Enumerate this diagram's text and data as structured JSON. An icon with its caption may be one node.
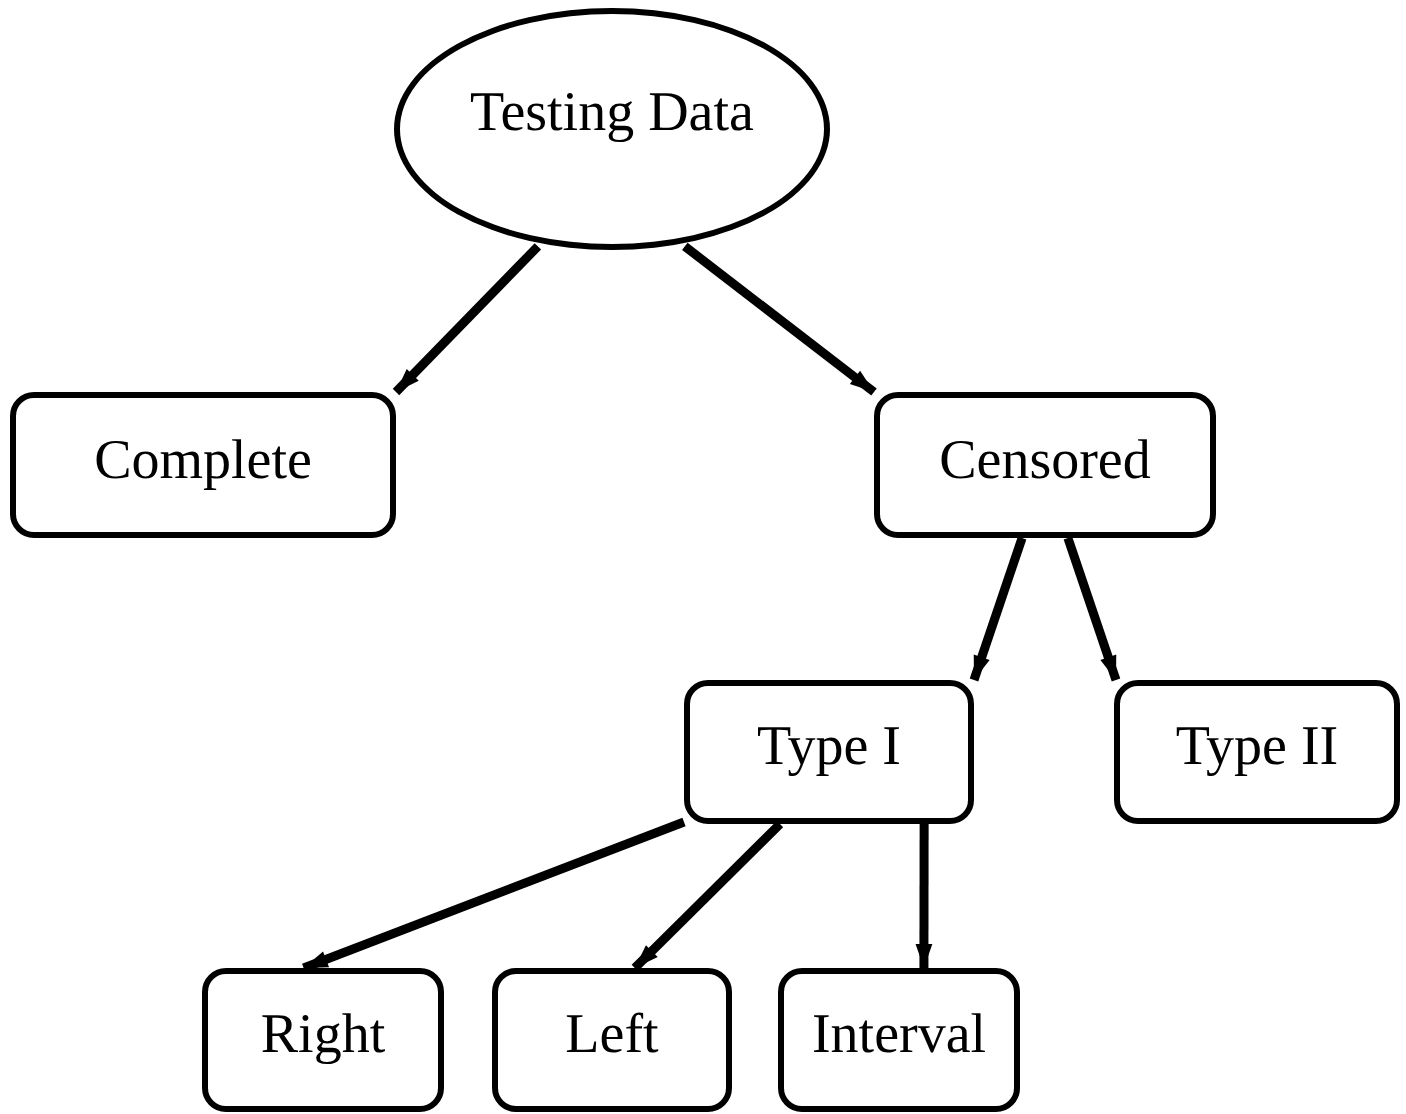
{
  "diagram": {
    "nodes": [
      {
        "text": [
          "Testing Data"
        ]
      },
      {
        "text": [
          "Complete"
        ]
      },
      {
        "text": [
          "Censored"
        ]
      },
      {
        "text": [
          "Type I"
        ]
      },
      {
        "text": [
          "Type II"
        ]
      },
      {
        "text": [
          "Right"
        ]
      },
      {
        "text": [
          "Left"
        ]
      },
      {
        "text": [
          "Interval"
        ]
      }
    ],
    "edges": [
      {
        "from": 0,
        "to": 1,
        "arrow": "to"
      },
      {
        "from": 0,
        "to": 2,
        "arrow": "to"
      },
      {
        "from": 2,
        "to": 3,
        "arrow": "to"
      },
      {
        "from": 2,
        "to": 4,
        "arrow": "to"
      },
      {
        "from": 3,
        "to": 5,
        "arrow": "to"
      },
      {
        "from": 3,
        "to": 6,
        "arrow": "to"
      },
      {
        "from": 3,
        "to": 7,
        "arrow": "to"
      }
    ]
  }
}
